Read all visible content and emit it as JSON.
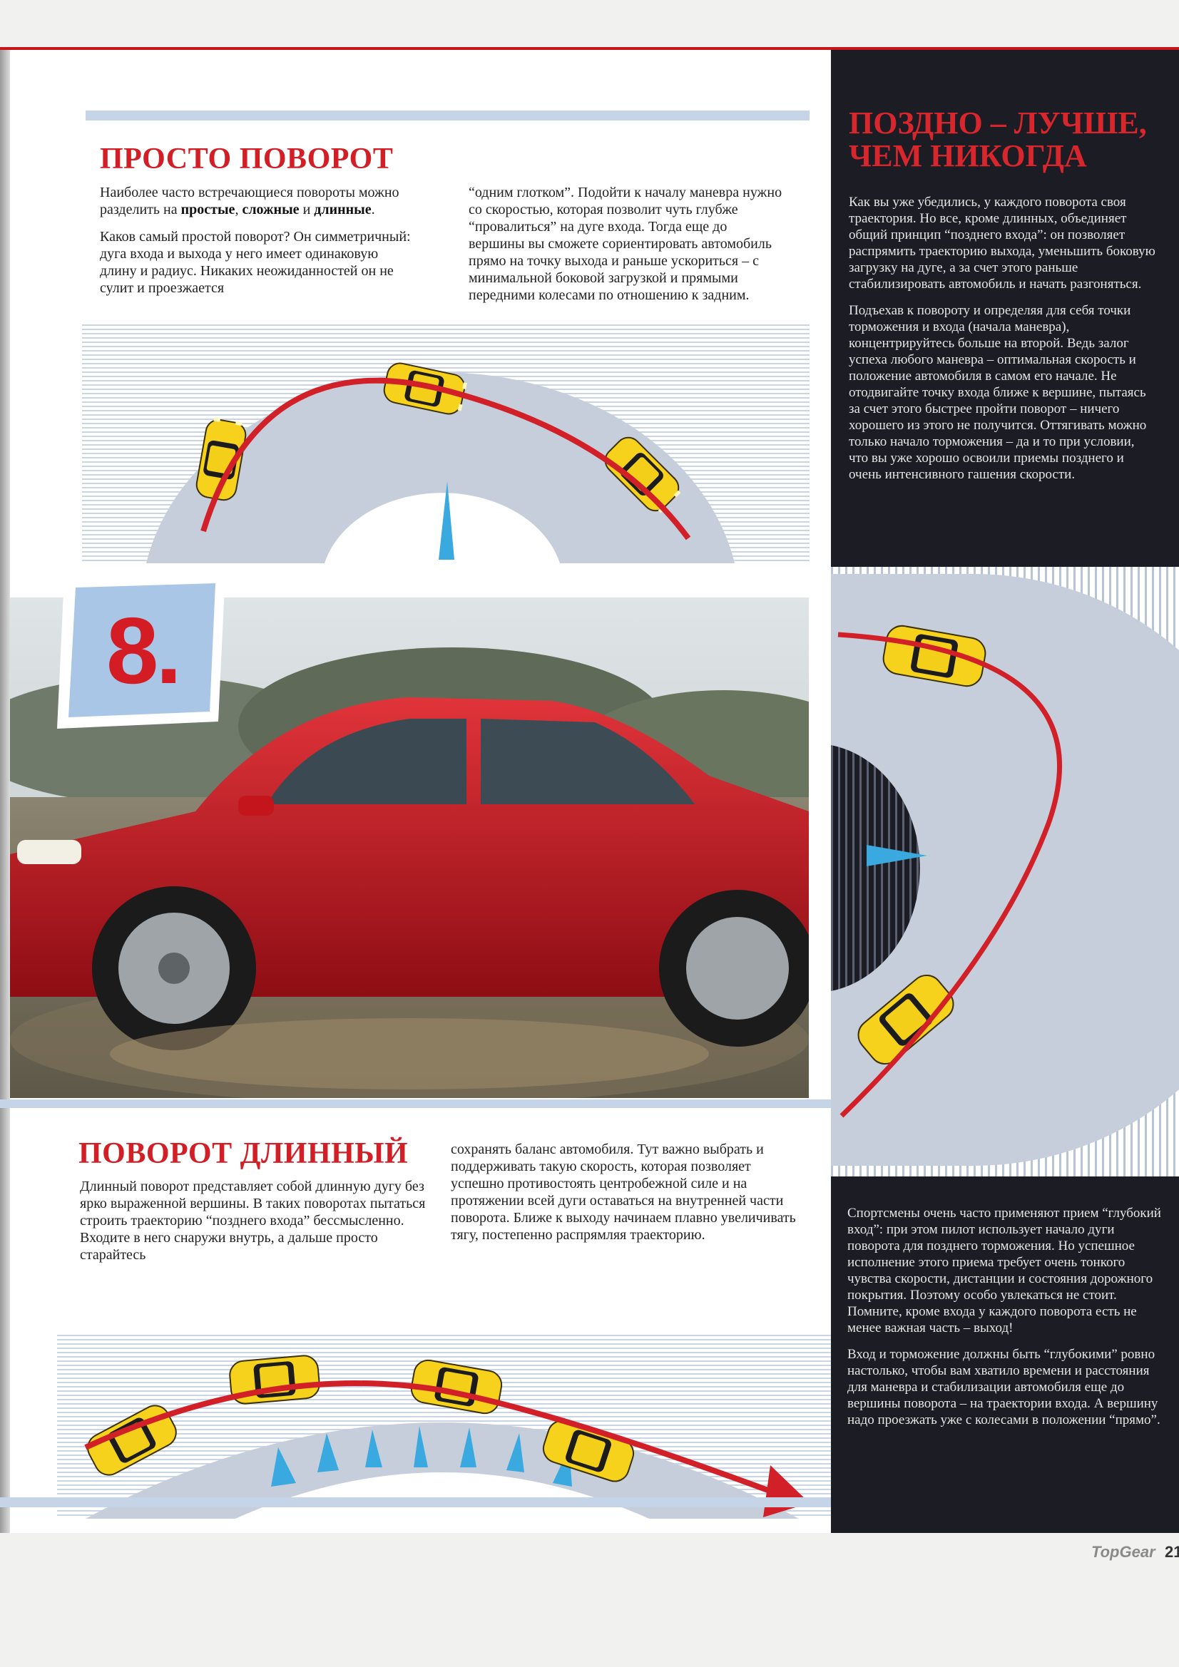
{
  "section1": {
    "title": "ПРОСТО ПОВОРОТ",
    "col1": {
      "p1": [
        "Наиболее часто встречающиеся повороты можно разделить на ",
        "простые",
        ", ",
        "сложные",
        " и ",
        "длинные",
        "."
      ],
      "p2": "Каков самый простой поворот? Он симметричный: дуга входа и выхода у него имеет одинаковую длину и радиус. Никаких неожиданностей он не сулит и проезжается"
    },
    "col2": "“одним глотком”. Подойти к началу маневра нужно со скоростью, которая позволит чуть глубже “провалиться” на дуге входа. Тогда еще до вершины вы сможете сориентировать автомобиль прямо на точку выхода и раньше ускориться – с минимальной боковой загрузкой и прямыми передними колесами по отношению к задним."
  },
  "badge": {
    "number": "8."
  },
  "section2": {
    "title": "ПОВОРОТ ДЛИННЫЙ",
    "col1": "Длинный поворот представляет собой длинную дугу без ярко выраженной вершины. В таких поворотах пытаться строить траекторию “позднего входа” бессмысленно. Входите в него снаружи внутрь, а дальше просто старайтесь",
    "col2": "сохранять баланс автомобиля. Тут важно выбрать и поддерживать такую скорость, которая позволяет успешно противостоять центробежной силе и на протяжении всей дуги оставаться на внутренней части поворота. Ближе к выходу начинаем плавно увеличивать тягу, постепенно распрямляя траекторию."
  },
  "sidebar": {
    "title_line1": "ПОЗДНО – ЛУЧШЕ,",
    "title_line2": "ЧЕМ НИКОГДА",
    "p1": "Как вы уже убедились, у каждого поворота своя траектория. Но все, кроме длинных, объединяет общий принцип “позднего входа”: он позволяет распрямить траекторию выхода, уменьшить боковую загрузку на дуге, а за счет этого раньше стабилизировать автомобиль и начать разгоняться.",
    "p2": "Подъехав к повороту и определяя для себя точки торможения и входа (начала маневра), концентрируйтесь больше на второй. Ведь залог успеха любого маневра – оптимальная скорость и положение автомобиля в самом его начале. Не отодвигайте точку входа ближе к вершине, пытаясь за счет этого быстрее пройти поворот – ничего хорошего из этого не получится. Оттягивать можно только начало торможения – да и то при условии, что вы уже хорошо освоили приемы позднего и очень интенсивного гашения скорости.",
    "p3": "Спортсмены очень часто применяют прием “глубокий вход”: при этом пилот использует начало дуги поворота для позднего торможения. Но успешное исполнение этого приема требует очень тонкого чувства скорости, дистанции и состояния дорожного покрытия. Поэтому особо увлекаться не стоит. Помните, кроме входа у каждого поворота есть не менее важная часть – выход!",
    "p4": "Вход и торможение должны быть “глубокими” ровно настолько, чтобы вам хватило времени и расстояния для маневра и стабилизации автомобиля еще до вершины поворота – на траектории входа. А вершину надо проезжать уже с колесами в положении “прямо”."
  },
  "footer": {
    "logo": "TopGear",
    "page": "21"
  },
  "colors": {
    "accent_red": "#d21f26",
    "sidebar_bg": "#1b1c24",
    "car_yellow": "#f6d21c",
    "apex_blue": "#3aa9e0",
    "road_gray": "#c7cedb"
  },
  "icons": [
    "yellow-car-icon",
    "red-car-photo",
    "apex-marker-icon",
    "trajectory-arrow-icon"
  ]
}
